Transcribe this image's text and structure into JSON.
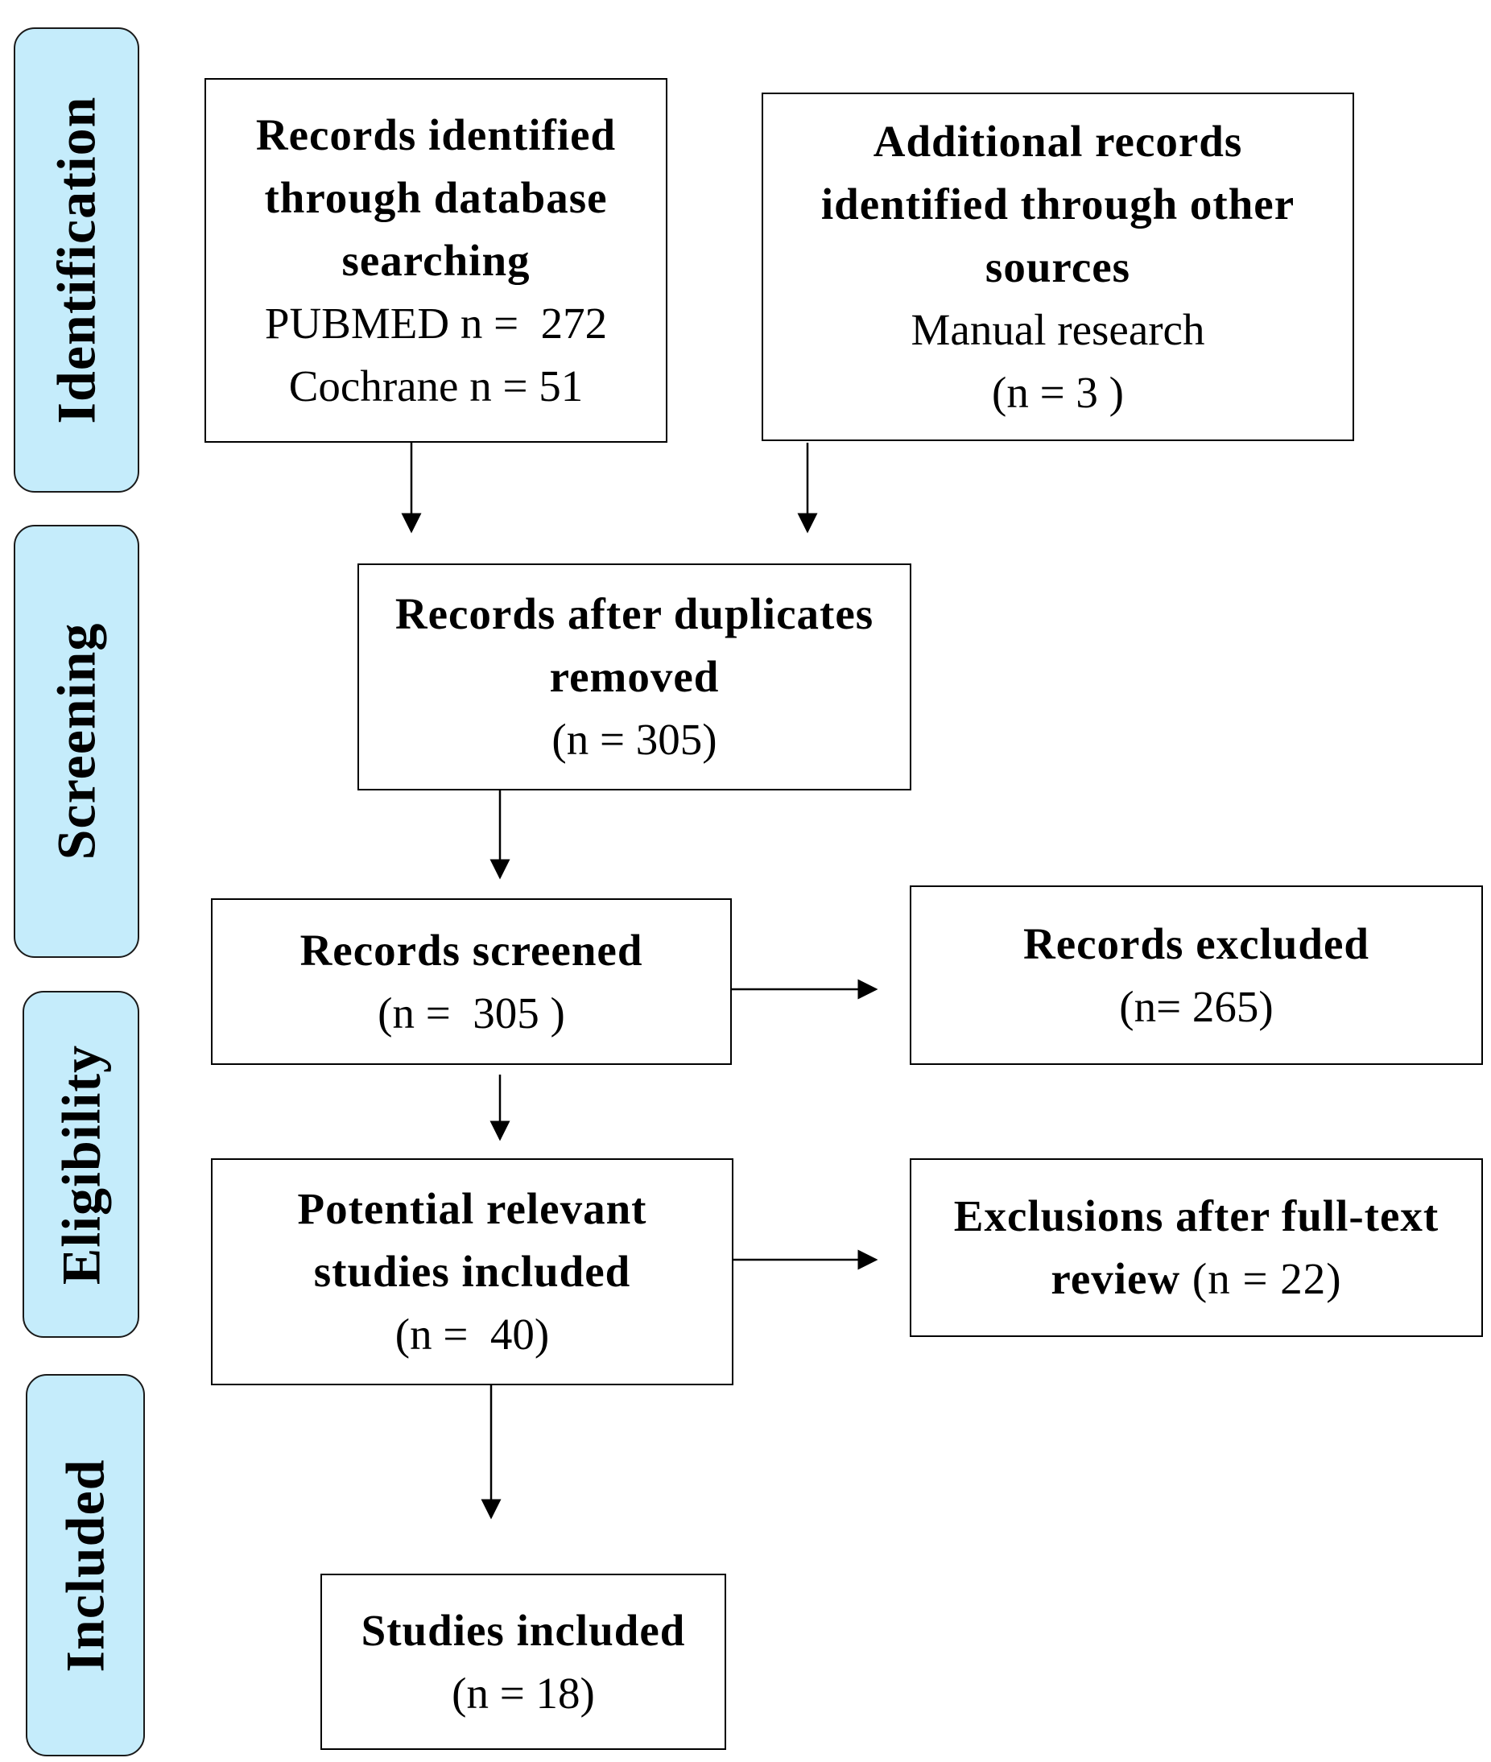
{
  "colors": {
    "phase_fill": "#c5ecfb",
    "border": "#000000",
    "text": "#000000"
  },
  "phases": {
    "identification": "Identification",
    "screening": "Screening",
    "eligibility": "Eligibility",
    "included": "Included"
  },
  "boxes": {
    "database_search": {
      "title": "Records identified through database searching",
      "line1": "PUBMED n =  272",
      "line2": "Cochrane n = 51"
    },
    "other_sources": {
      "title": "Additional records identified through other sources",
      "line1": "Manual research",
      "line2": "(n = 3 )"
    },
    "duplicates_removed": {
      "title": "Records after duplicates removed",
      "line1": "(n = 305)"
    },
    "screened": {
      "title": "Records screened",
      "line1": "(n =  305 )"
    },
    "excluded": {
      "title": "Records excluded",
      "line1": "(n= 265)"
    },
    "potential_relevant": {
      "title": "Potential relevant studies included",
      "line1": "(n =  40)"
    },
    "fulltext_exclusions": {
      "title": "Exclusions after full-text review",
      "count": "(n = 22)"
    },
    "studies_included": {
      "title": "Studies included",
      "line1": "(n = 18)"
    }
  }
}
